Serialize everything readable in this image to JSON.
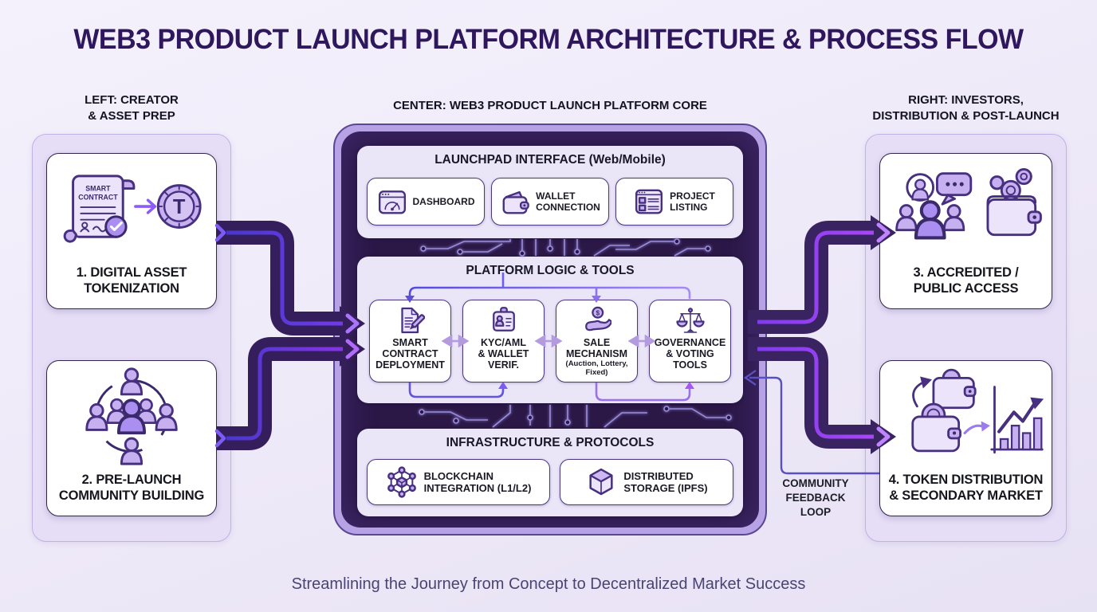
{
  "title": "WEB3 PRODUCT LAUNCH PLATFORM ARCHITECTURE & PROCESS FLOW",
  "tagline": "Streamlining the Journey from Concept to Decentralized Market Success",
  "left_column": {
    "header": "LEFT: CREATOR\n& ASSET PREP",
    "cards": [
      {
        "label": "1. DIGITAL ASSET\nTOKENIZATION",
        "icon": "smart-contract-to-token-icon",
        "scroll_line1": "SMART",
        "scroll_line2": "CONTRACT",
        "token_letter": "T"
      },
      {
        "label": "2. PRE-LAUNCH\nCOMMUNITY BUILDING",
        "icon": "community-circle-icon"
      }
    ]
  },
  "center": {
    "header": "CENTER: WEB3 PRODUCT LAUNCH PLATFORM CORE",
    "sections": [
      {
        "title": "LAUNCHPAD INTERFACE (Web/Mobile)",
        "items": [
          {
            "label": "DASHBOARD",
            "icon": "dashboard-icon"
          },
          {
            "label": "WALLET\nCONNECTION",
            "icon": "wallet-icon"
          },
          {
            "label": "PROJECT\nLISTING",
            "icon": "project-listing-icon"
          }
        ]
      },
      {
        "title": "PLATFORM LOGIC & TOOLS",
        "items": [
          {
            "label": "SMART\nCONTRACT\nDEPLOYMENT",
            "icon": "contract-deployment-icon"
          },
          {
            "label": "KYC/AML\n& WALLET\nVERIF.",
            "icon": "id-badge-icon"
          },
          {
            "label": "SALE\nMECHANISM",
            "sub": "(Auction, Lottery,\nFixed)",
            "icon": "hand-coin-icon",
            "coin_symbol": "$"
          },
          {
            "label": "GOVERNANCE\n& VOTING\nTOOLS",
            "icon": "scales-icon"
          }
        ]
      },
      {
        "title": "INFRASTRUCTURE & PROTOCOLS",
        "items": [
          {
            "label": "BLOCKCHAIN\nINTEGRATION (L1/L2)",
            "icon": "blockchain-network-icon"
          },
          {
            "label": "DISTRIBUTED\nSTORAGE (IPFS)",
            "icon": "ipfs-cube-icon"
          }
        ]
      }
    ]
  },
  "right_column": {
    "header": "RIGHT: INVESTORS,\nDISTRIBUTION & POST-LAUNCH",
    "cards": [
      {
        "label": "3. ACCREDITED /\nPUBLIC ACCESS",
        "icon": "investors-group-wallet-icon"
      },
      {
        "label": "4. TOKEN DISTRIBUTION\n& SECONDARY MARKET",
        "icon": "wallet-swap-chart-icon"
      }
    ]
  },
  "annotations": {
    "feedback_label": "COMMUNITY\nFEEDBACK\nLOOP"
  },
  "colors": {
    "background": "#f0ecf9",
    "core_frame": "#2b1847",
    "core_band": "#b7a2e6",
    "panel": "#e6def6",
    "pipe_dark": "#341f5c",
    "accent_indigo": "#4f46e5",
    "accent_violet": "#a855f7",
    "title_text": "#2e175c"
  }
}
